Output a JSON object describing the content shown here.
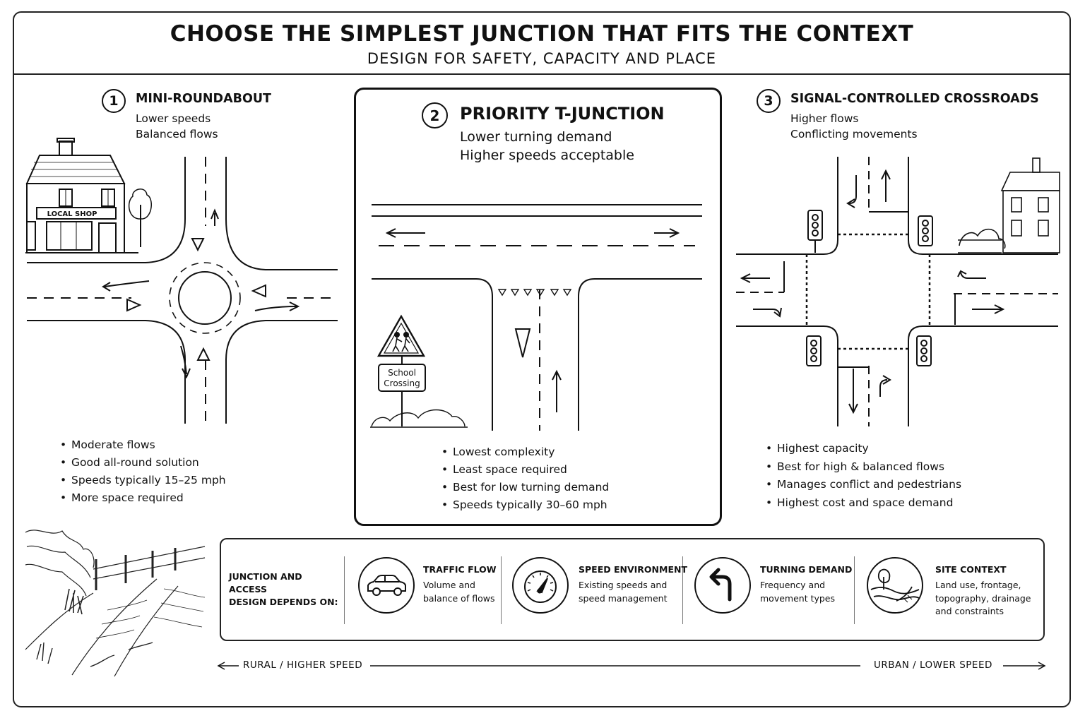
{
  "header": {
    "title": "CHOOSE THE SIMPLEST JUNCTION THAT FITS THE CONTEXT",
    "subtitle": "DESIGN FOR SAFETY, CAPACITY AND PLACE"
  },
  "options": [
    {
      "number": "1",
      "title": "MINI-ROUNDABOUT",
      "subtitle_lines": [
        "Lower speeds",
        "Balanced flows"
      ],
      "bullets": [
        "Moderate flows",
        "Good all-round solution",
        "Speeds typically 15–25 mph",
        "More space required"
      ],
      "shop_sign": "LOCAL SHOP"
    },
    {
      "number": "2",
      "title": "PRIORITY T-JUNCTION",
      "subtitle_lines": [
        "Lower turning demand",
        "Higher speeds acceptable"
      ],
      "bullets": [
        "Lowest complexity",
        "Least space required",
        "Best for low turning demand",
        "Speeds typically 30–60 mph"
      ],
      "sign_lines": [
        "School",
        "Crossing"
      ]
    },
    {
      "number": "3",
      "title": "SIGNAL-CONTROLLED CROSSROADS",
      "subtitle_lines": [
        "Higher flows",
        "Conflicting movements"
      ],
      "bullets": [
        "Highest capacity",
        "Best for high & balanced flows",
        "Manages conflict and pedestrians",
        "Highest cost and space demand"
      ]
    }
  ],
  "factors": {
    "lead_lines": [
      "JUNCTION AND ACCESS",
      "DESIGN DEPENDS ON:"
    ],
    "items": [
      {
        "title": "TRAFFIC FLOW",
        "desc_lines": [
          "Volume and",
          "balance of flows"
        ],
        "icon": "car-icon"
      },
      {
        "title": "SPEED ENVIRONMENT",
        "desc_lines": [
          "Existing speeds and",
          "speed management"
        ],
        "icon": "speedometer-icon"
      },
      {
        "title": "TURNING DEMAND",
        "desc_lines": [
          "Frequency and",
          "movement types"
        ],
        "icon": "turn-arrow-icon"
      },
      {
        "title": "SITE CONTEXT",
        "desc_lines": [
          "Land use, frontage,",
          "topography, drainage",
          "and constraints"
        ],
        "icon": "landscape-icon"
      }
    ]
  },
  "scale": {
    "left_label": "RURAL / HIGHER SPEED",
    "right_label": "URBAN / LOWER SPEED"
  }
}
